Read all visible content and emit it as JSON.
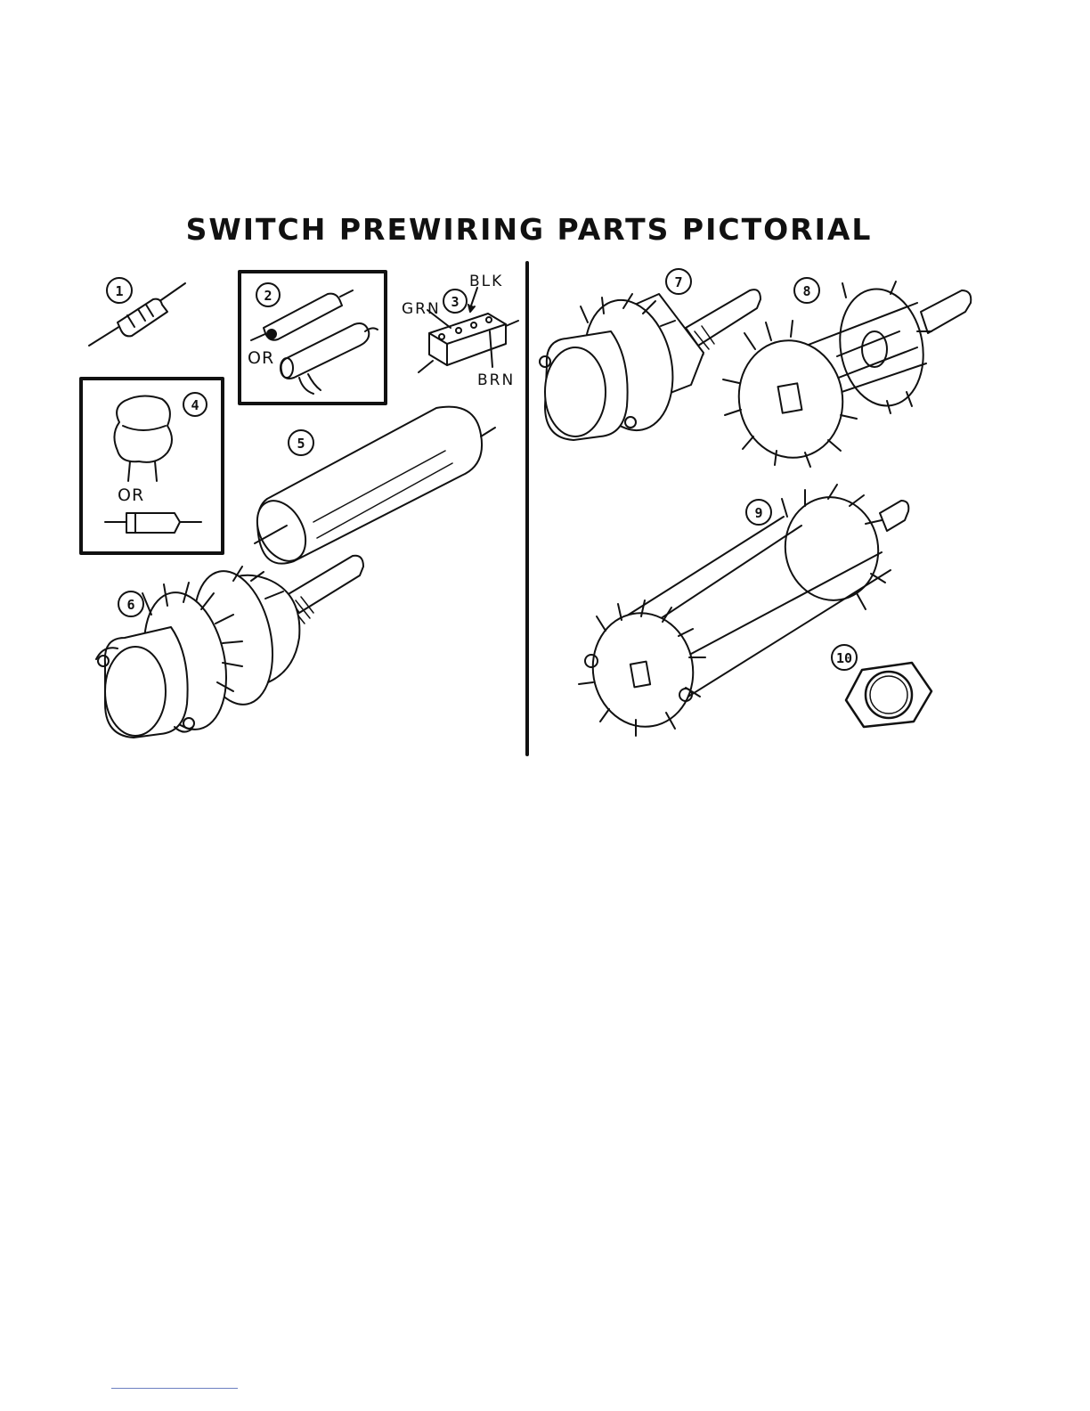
{
  "title": "SWITCH PREWIRING PARTS PICTORIAL",
  "callouts": {
    "p1": "1",
    "p2": "2",
    "p3": "3",
    "p4": "4",
    "p5": "5",
    "p6": "6",
    "p7": "7",
    "p8": "8",
    "p9": "9",
    "p10": "10"
  },
  "labels": {
    "or_2": "OR",
    "or_4": "OR",
    "blk": "BLK",
    "grn": "GRN",
    "brn": "BRN"
  },
  "colors": {
    "ink": "#111111",
    "footer_rule": "#6b7fc0"
  }
}
